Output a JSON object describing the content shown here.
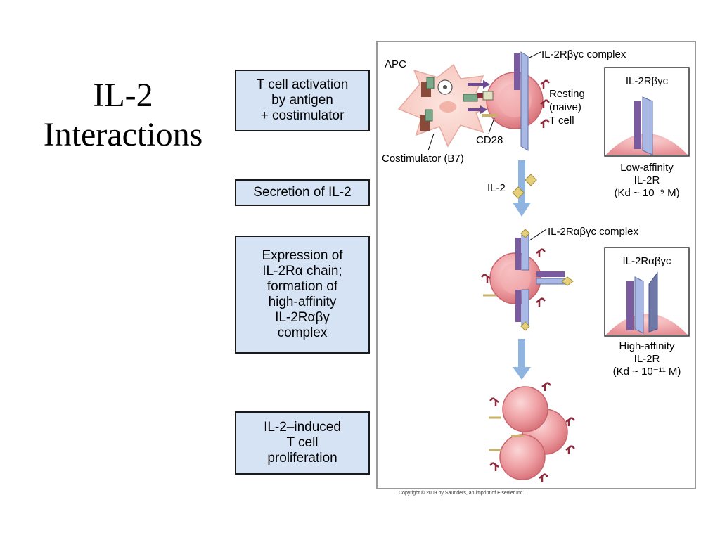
{
  "slide": {
    "title_line1": "IL-2",
    "title_line2": "Interactions"
  },
  "steps": [
    {
      "lines": [
        "T cell activation",
        "by antigen",
        "+ costimulator"
      ]
    },
    {
      "lines": [
        "Secretion of IL-2"
      ]
    },
    {
      "lines": [
        "Expression of",
        "IL-2Rα chain;",
        "formation of",
        "high-affinity",
        "IL-2Rαβγ",
        "complex"
      ]
    },
    {
      "lines": [
        "IL-2–induced",
        "T cell",
        "proliferation"
      ]
    }
  ],
  "diagram": {
    "apc_label": "APC",
    "il2r_bgc_complex": "IL-2Rβγc complex",
    "resting_lines": [
      "Resting",
      "(naive)",
      "T cell"
    ],
    "cd28": "CD28",
    "costimulator": "Costimulator (B7)",
    "il2": "IL-2",
    "il2r_abgc_complex": "IL-2Rαβγc complex",
    "low_box_title": "IL-2Rβγc",
    "low_caption": [
      "Low-affinity",
      "IL-2R",
      "(Kd ~ 10⁻⁹ M)"
    ],
    "high_box_title": "IL-2Rαβγc",
    "high_caption": [
      "High-affinity",
      "IL-2R",
      "(Kd ~ 10⁻¹¹ M)"
    ]
  },
  "copyright": "Copyright © 2009 by Saunders, an imprint of Elsevier Inc.",
  "colors": {
    "step_fill": "#d6e3f5",
    "cell_pink": "#f0a7ab",
    "apc_fill": "#f9d5cf",
    "arrow_blue": "#8fb4e0",
    "receptor_purple": "#7a5ba0",
    "receptor_lavender": "#a9b8e4",
    "tcr_maroon": "#8c2a3c",
    "il2_gold": "#e6cf7a"
  }
}
